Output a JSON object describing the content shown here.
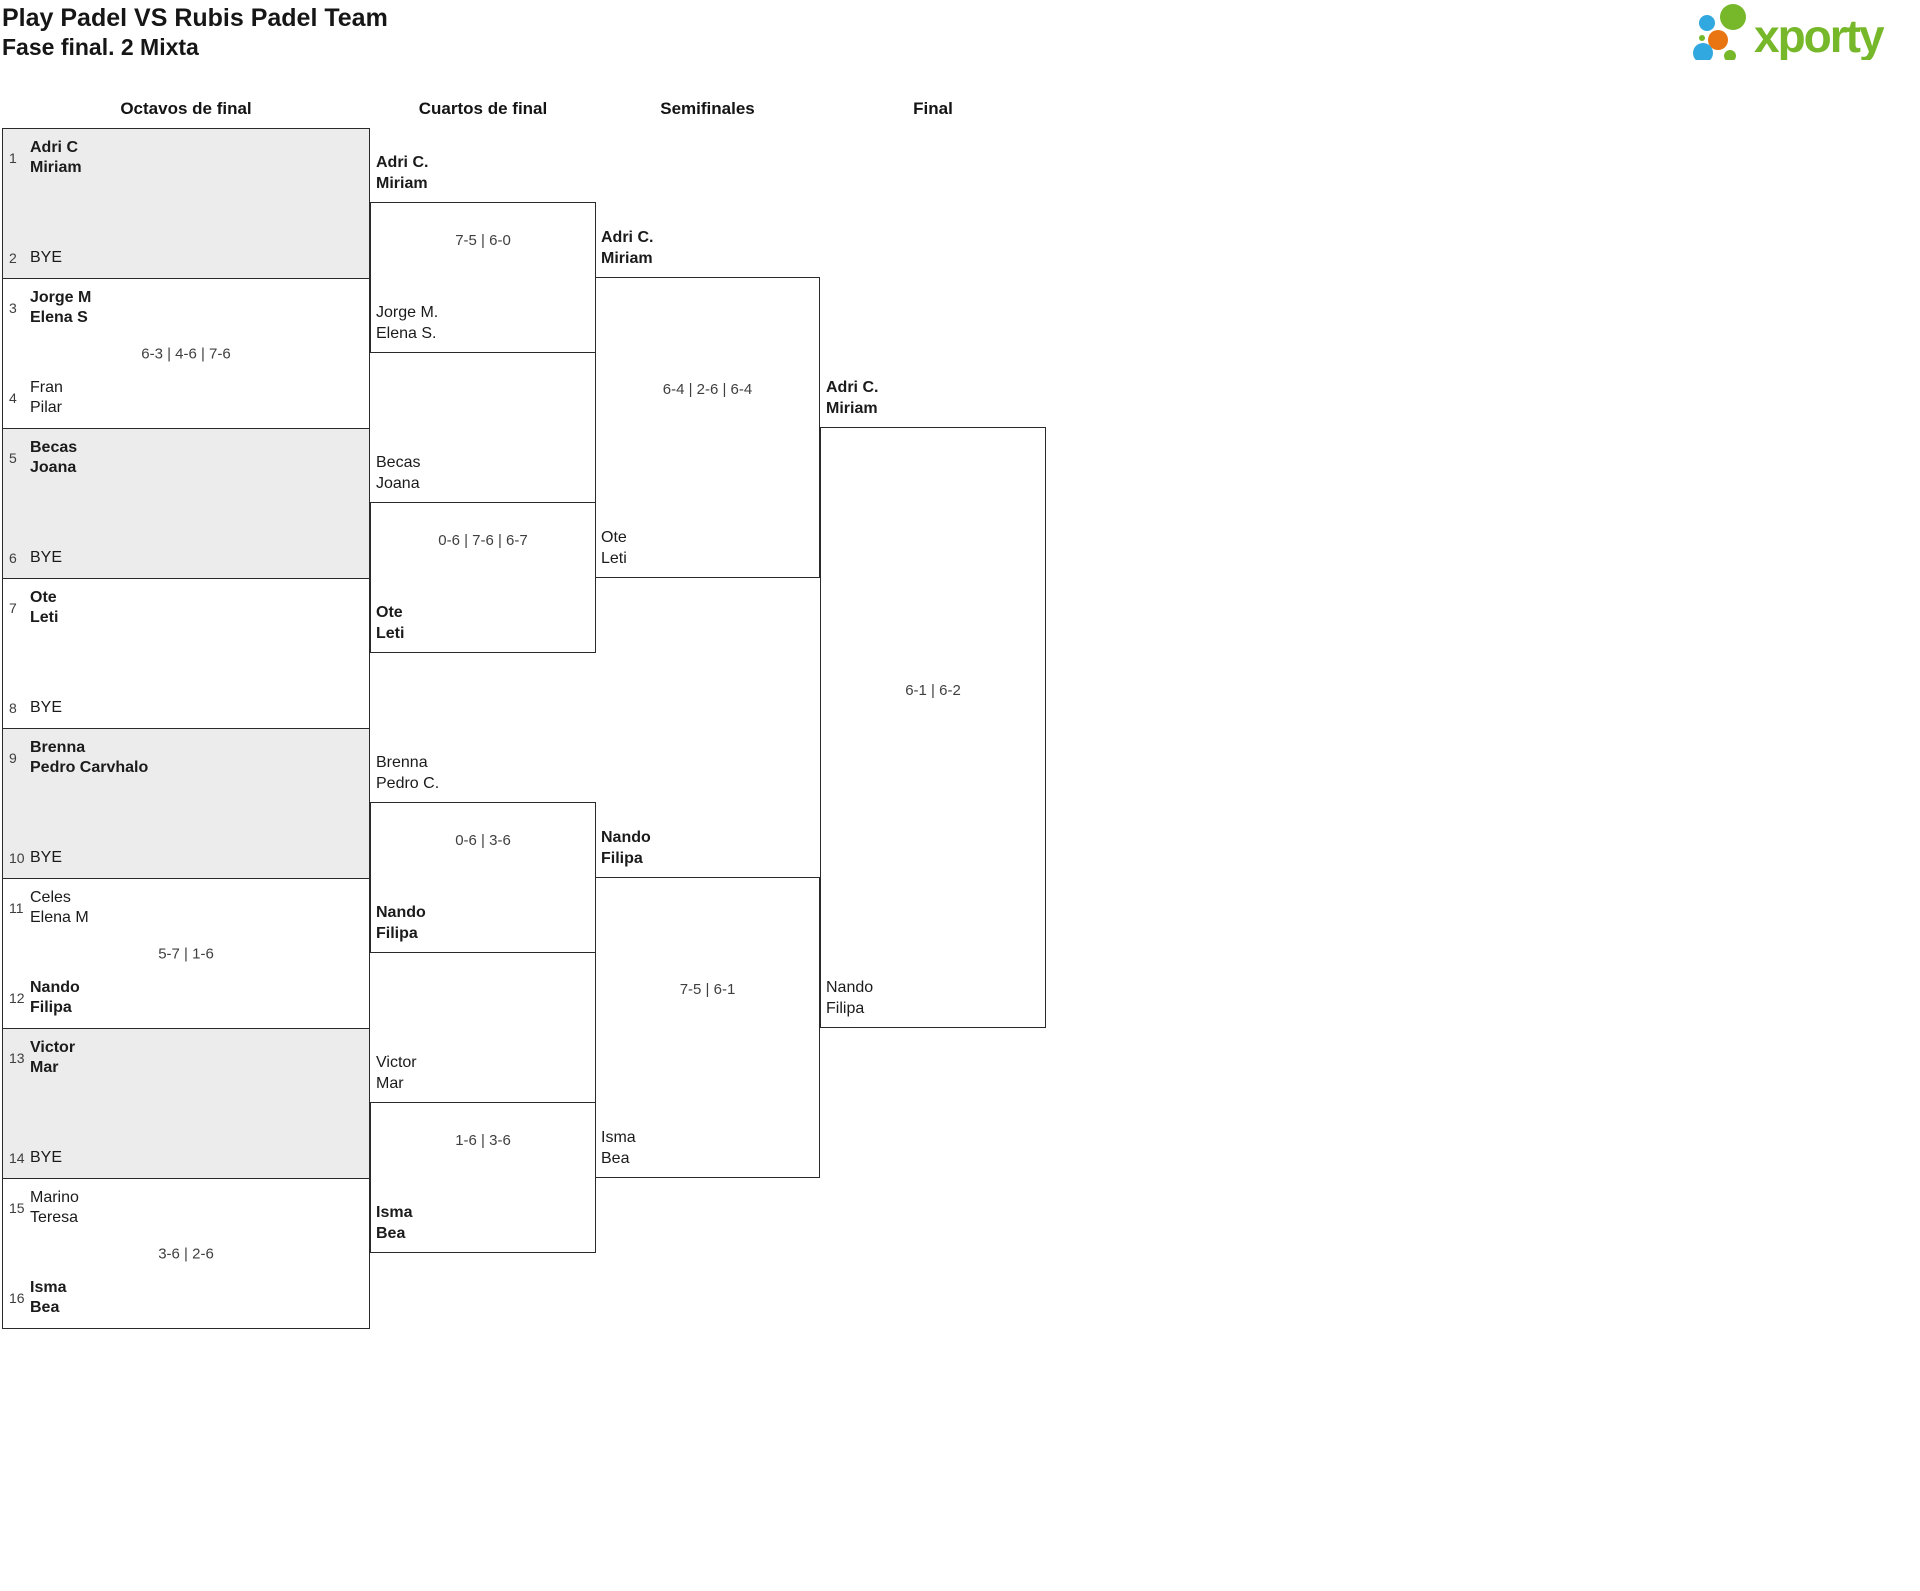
{
  "page": {
    "title": "Play Padel VS Rubis Padel Team",
    "subtitle": "Fase final. 2 Mixta"
  },
  "logo": {
    "text": "xporty",
    "green": "#76b82a",
    "blue": "#31a9e0",
    "orange": "#e87511"
  },
  "columns": {
    "r16": "Octavos de final",
    "qf": "Cuartos de final",
    "sf": "Semifinales",
    "f": "Final"
  },
  "colors": {
    "line": "#2a2a2a",
    "shaded_box": "#ececec",
    "score_text": "#3f3f3f"
  },
  "bracket": {
    "round16": [
      {
        "seed_top": "1",
        "top": "Adri C\nMiriam",
        "top_bold": true,
        "seed_bottom": "2",
        "bottom": "BYE",
        "bottom_bold": false,
        "score": ""
      },
      {
        "seed_top": "3",
        "top": "Jorge M\nElena S",
        "top_bold": true,
        "seed_bottom": "4",
        "bottom": "Fran\nPilar",
        "bottom_bold": false,
        "score": "6-3 | 4-6 | 7-6"
      },
      {
        "seed_top": "5",
        "top": "Becas\nJoana",
        "top_bold": true,
        "seed_bottom": "6",
        "bottom": "BYE",
        "bottom_bold": false,
        "score": ""
      },
      {
        "seed_top": "7",
        "top": "Ote\nLeti",
        "top_bold": true,
        "seed_bottom": "8",
        "bottom": "BYE",
        "bottom_bold": false,
        "score": ""
      },
      {
        "seed_top": "9",
        "top": "Brenna\nPedro Carvhalo",
        "top_bold": true,
        "seed_bottom": "10",
        "bottom": "BYE",
        "bottom_bold": false,
        "score": ""
      },
      {
        "seed_top": "11",
        "top": "Celes\nElena M",
        "top_bold": false,
        "seed_bottom": "12",
        "bottom": "Nando\nFilipa",
        "bottom_bold": true,
        "score": "5-7 | 1-6"
      },
      {
        "seed_top": "13",
        "top": "Victor\nMar",
        "top_bold": true,
        "seed_bottom": "14",
        "bottom": "BYE",
        "bottom_bold": false,
        "score": ""
      },
      {
        "seed_top": "15",
        "top": "Marino\nTeresa",
        "top_bold": false,
        "seed_bottom": "16",
        "bottom": "Isma\nBea",
        "bottom_bold": true,
        "score": "3-6 | 2-6"
      }
    ],
    "quarterfinals": [
      {
        "top": "Adri C.\nMiriam",
        "top_bold": true,
        "bottom": "Jorge M.\nElena S.",
        "bottom_bold": false,
        "score": "7-5 | 6-0"
      },
      {
        "top": "Becas\nJoana",
        "top_bold": false,
        "bottom": "Ote\nLeti",
        "bottom_bold": true,
        "score": "0-6 | 7-6 | 6-7"
      },
      {
        "top": "Brenna\nPedro C.",
        "top_bold": false,
        "bottom": "Nando\nFilipa",
        "bottom_bold": true,
        "score": "0-6 | 3-6"
      },
      {
        "top": "Victor\nMar",
        "top_bold": false,
        "bottom": "Isma\nBea",
        "bottom_bold": true,
        "score": "1-6 | 3-6"
      }
    ],
    "semifinals": [
      {
        "top": "Adri C.\nMiriam",
        "top_bold": true,
        "bottom": "Ote\nLeti",
        "bottom_bold": false,
        "score": "6-4 | 2-6 | 6-4"
      },
      {
        "top": "Nando\nFilipa",
        "top_bold": true,
        "bottom": "Isma\nBea",
        "bottom_bold": false,
        "score": "7-5 | 6-1"
      }
    ],
    "final": {
      "top": "Adri C.\nMiriam",
      "top_bold": true,
      "bottom": "Nando\nFilipa",
      "bottom_bold": false,
      "score": "6-1 | 6-2"
    }
  }
}
